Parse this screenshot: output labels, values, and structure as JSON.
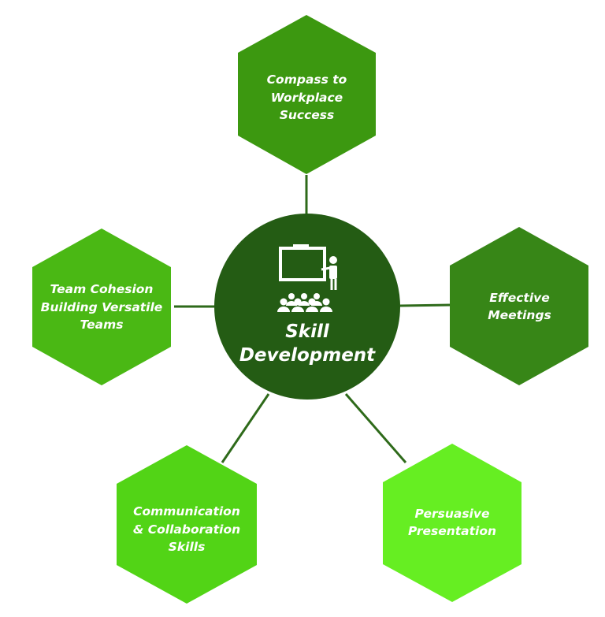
{
  "center": {
    "title_line1": "Skill",
    "title_line2": "Development",
    "color": "#245c14",
    "icon": "presentation-icon"
  },
  "nodes": [
    {
      "id": "top",
      "line1": "Compass to",
      "line2": "Workplace",
      "line3": "Success",
      "color": "#3c9810"
    },
    {
      "id": "right",
      "line1": "Effective",
      "line2": "Meetings",
      "line3": "",
      "color": "#378617"
    },
    {
      "id": "bottom-right",
      "line1": "Persuasive",
      "line2": "Presentation",
      "line3": "",
      "color": "#66ee22"
    },
    {
      "id": "bottom-left",
      "line1": "Communication",
      "line2": "& Collaboration",
      "line3": "Skills",
      "color": "#52d416"
    },
    {
      "id": "left",
      "line1": "Team Cohesion",
      "line2": "Building Versatile",
      "line3": "Teams",
      "color": "#4ab814"
    }
  ],
  "connector_color": "#2e6a1a"
}
